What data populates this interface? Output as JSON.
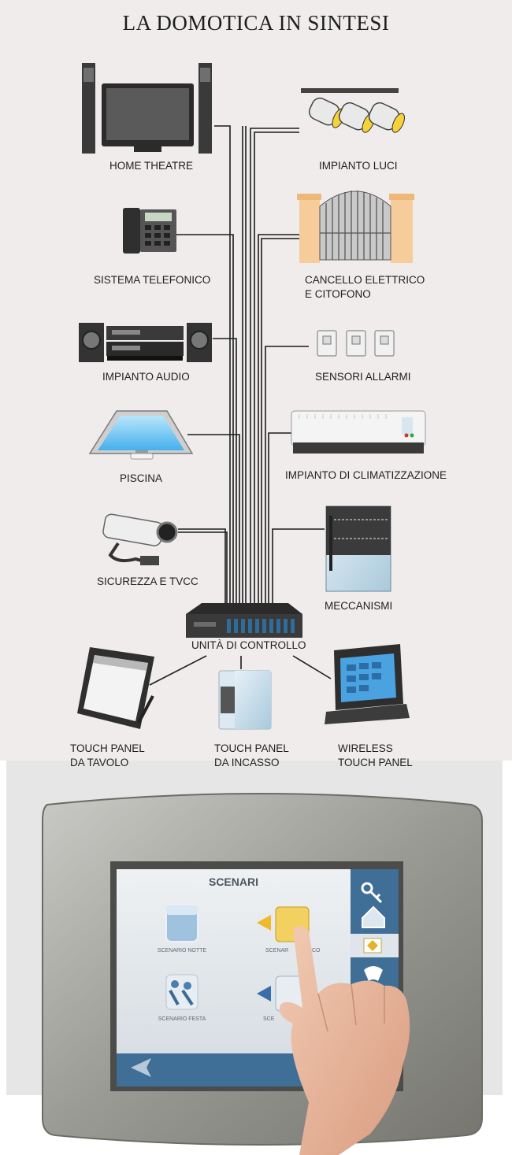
{
  "title": "LA DOMOTICA IN SINTESI",
  "devices": {
    "home_theatre": "HOME THEATRE",
    "impianto_luci": "IMPIANTO LUCI",
    "sistema_telefonico": "SISTEMA TELEFONICO",
    "cancello_line1": "CANCELLO ELETTRICO",
    "cancello_line2": "E CITOFONO",
    "impianto_audio": "IMPIANTO AUDIO",
    "sensori_allarmi": "SENSORI ALLARMI",
    "piscina": "PISCINA",
    "climatizzazione": "IMPIANTO DI CLIMATIZZAZIONE",
    "sicurezza": "SICUREZZA E TVCC",
    "meccanismi": "MECCANISMI",
    "unita": "UNITÀ DI CONTROLLO",
    "tp_tavolo_1": "TOUCH PANEL",
    "tp_tavolo_2": "DA TAVOLO",
    "tp_incasso_1": "TOUCH PANEL",
    "tp_incasso_2": "DA INCASSO",
    "tp_wireless_1": "WIRELESS",
    "tp_wireless_2": "TOUCH PANEL"
  },
  "panel": {
    "header": "SCENARI",
    "scenari": [
      "SCENARIO NOTTE",
      "SCENARIO FESTA"
    ],
    "partial": [
      "SCENAR",
      "CO",
      "SCE"
    ]
  },
  "icons": {
    "key": "key-icon",
    "home": "home-icon",
    "back": "back-arrow-icon"
  },
  "colors": {
    "background": "#efeceb",
    "panel_sidebar": "#3f6e96",
    "panel_screen": "#dfe5ea",
    "panel_frame": "#9b9b97",
    "pool": "#6ec3f2",
    "gate": "#f6cc9a"
  }
}
